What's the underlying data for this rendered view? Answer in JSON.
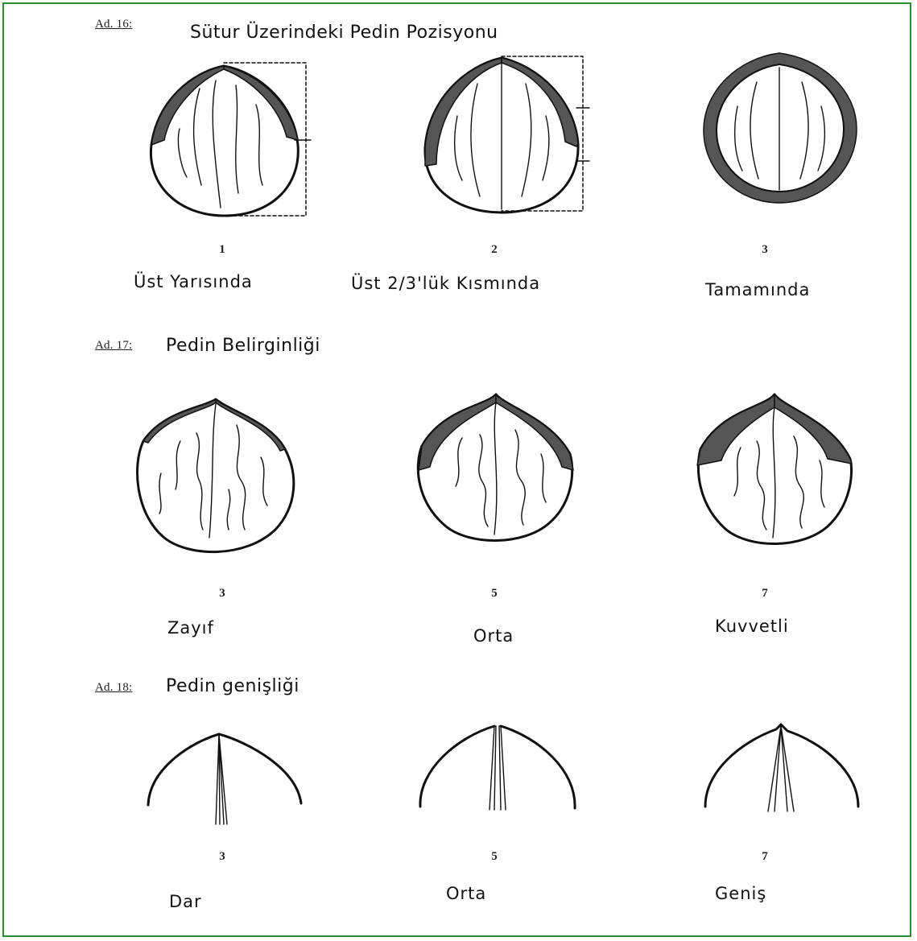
{
  "sections": [
    {
      "label": "Ad. 16:",
      "title": "Sütur Üzerindeki Pedin Pozisyonu",
      "items": [
        {
          "number": "1",
          "caption": "Üst Yarısında"
        },
        {
          "number": "2",
          "caption": "Üst 2/3'lük Kısmında"
        },
        {
          "number": "3",
          "caption": "Tamamında"
        }
      ]
    },
    {
      "label": "Ad. 17:",
      "title": "Pedin Belirginliği",
      "items": [
        {
          "number": "3",
          "caption": "Zayıf"
        },
        {
          "number": "5",
          "caption": "Orta"
        },
        {
          "number": "7",
          "caption": "Kuvvetli"
        }
      ]
    },
    {
      "label": "Ad. 18:",
      "title": "Pedin genişliği",
      "items": [
        {
          "number": "3",
          "caption": "Dar"
        },
        {
          "number": "5",
          "caption": "Orta"
        },
        {
          "number": "7",
          "caption": "Geniş"
        }
      ]
    }
  ],
  "colors": {
    "frame": "#2e8b2e",
    "ink": "#111111",
    "pad_fill": "#555555"
  }
}
